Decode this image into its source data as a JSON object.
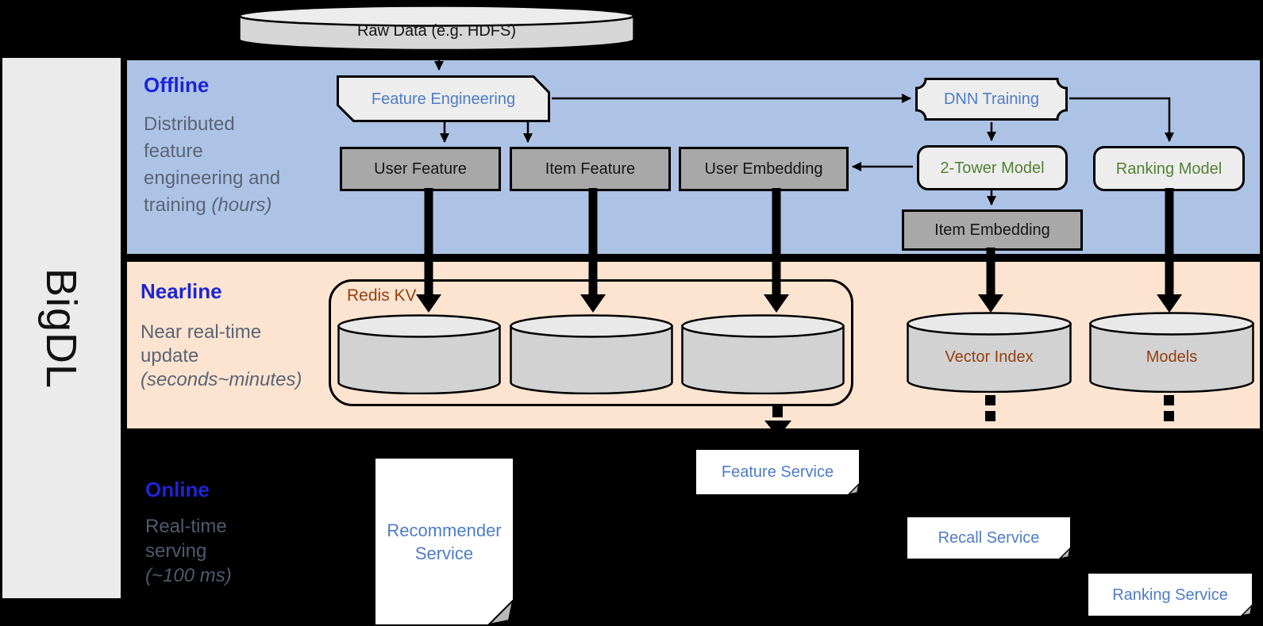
{
  "brand": "BigDL",
  "sections": {
    "offline": {
      "title": "Offline",
      "desc": "Distributed\nfeature\nengineering and\ntraining ",
      "desc_italic": "(hours)"
    },
    "nearline": {
      "title": "Nearline",
      "desc": "Near real-time\nupdate\n",
      "desc_italic": "(seconds~minutes)"
    },
    "online": {
      "title": "Online",
      "desc": "Real-time\nserving\n",
      "desc_italic": "(~100 ms)"
    }
  },
  "nodes": {
    "raw_data": "Raw Data (e.g. HDFS)",
    "feature_engineering": "Feature Engineering",
    "dnn_training": "DNN Training",
    "user_feature": "User Feature",
    "item_feature": "Item Feature",
    "user_embedding": "User Embedding",
    "two_tower_model": "2-Tower Model",
    "ranking_model": "Ranking Model",
    "item_embedding": "Item Embedding",
    "redis_kv": "Redis KV",
    "vector_index": "Vector Index",
    "models": "Models",
    "feature_service": "Feature Service",
    "recommender_service": "Recommender Service",
    "recall_service": "Recall Service",
    "ranking_service": "Ranking Service"
  },
  "colors": {
    "accent_blue": "#1e24d4",
    "desc_gray": "#5a6476",
    "online_desc_gray": "#4e5a70",
    "node_blue": "#4e7cc9",
    "node_green": "#538135",
    "node_brown": "#943f10",
    "band_blue": "#adc3e6",
    "band_orange": "#fce4d0",
    "light_fill": "#ededed",
    "gray_fill": "#a8a8a8",
    "cyl_fill": "#d2d2d2",
    "cyl_top": "#e9e9e9",
    "bar_gray": "#ebebeb",
    "fold_gray": "#b9b9b9"
  }
}
